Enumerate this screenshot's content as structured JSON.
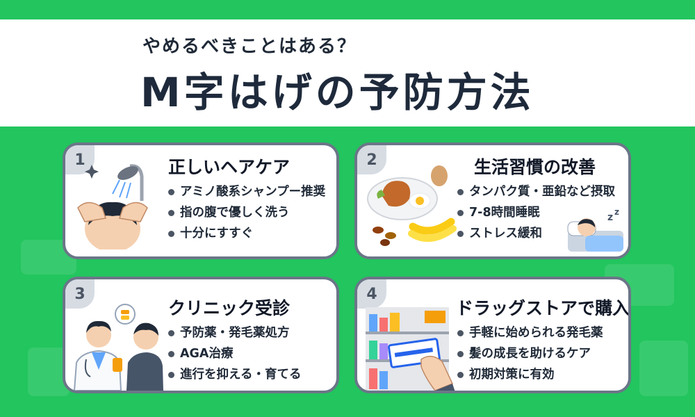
{
  "header": {
    "subtitle": "やめるべきことはある？",
    "title": "M字はげの予防方法"
  },
  "cards": [
    {
      "number": "1",
      "title": "正しいヘアケア",
      "items": [
        "アミノ酸系シャンプー推奨",
        "指の腹で優しく洗う",
        "十分にすすぐ"
      ],
      "illustration": "shower-hair-wash-icon"
    },
    {
      "number": "2",
      "title": "生活習慣の改善",
      "items": [
        "タンパク質・亜鉛など摂取",
        "7-8時間睡眠",
        "ストレス緩和"
      ],
      "illustration": "healthy-food-and-sleep-icon"
    },
    {
      "number": "3",
      "title": "クリニック受診",
      "items": [
        "予防薬・発毛薬処方",
        "AGA治療",
        "進行を抑える・育てる"
      ],
      "illustration": "doctor-consultation-icon"
    },
    {
      "number": "4",
      "title": "ドラッグストアで購入",
      "items": [
        "手軽に始められる発毛薬",
        "髪の成長を助けるケア",
        "初期対策に有効"
      ],
      "illustration": "drugstore-product-icon"
    }
  ],
  "colors": {
    "background_green": "#22c55e",
    "card_border": "#6b7688",
    "title_text": "#1e2a3b"
  }
}
